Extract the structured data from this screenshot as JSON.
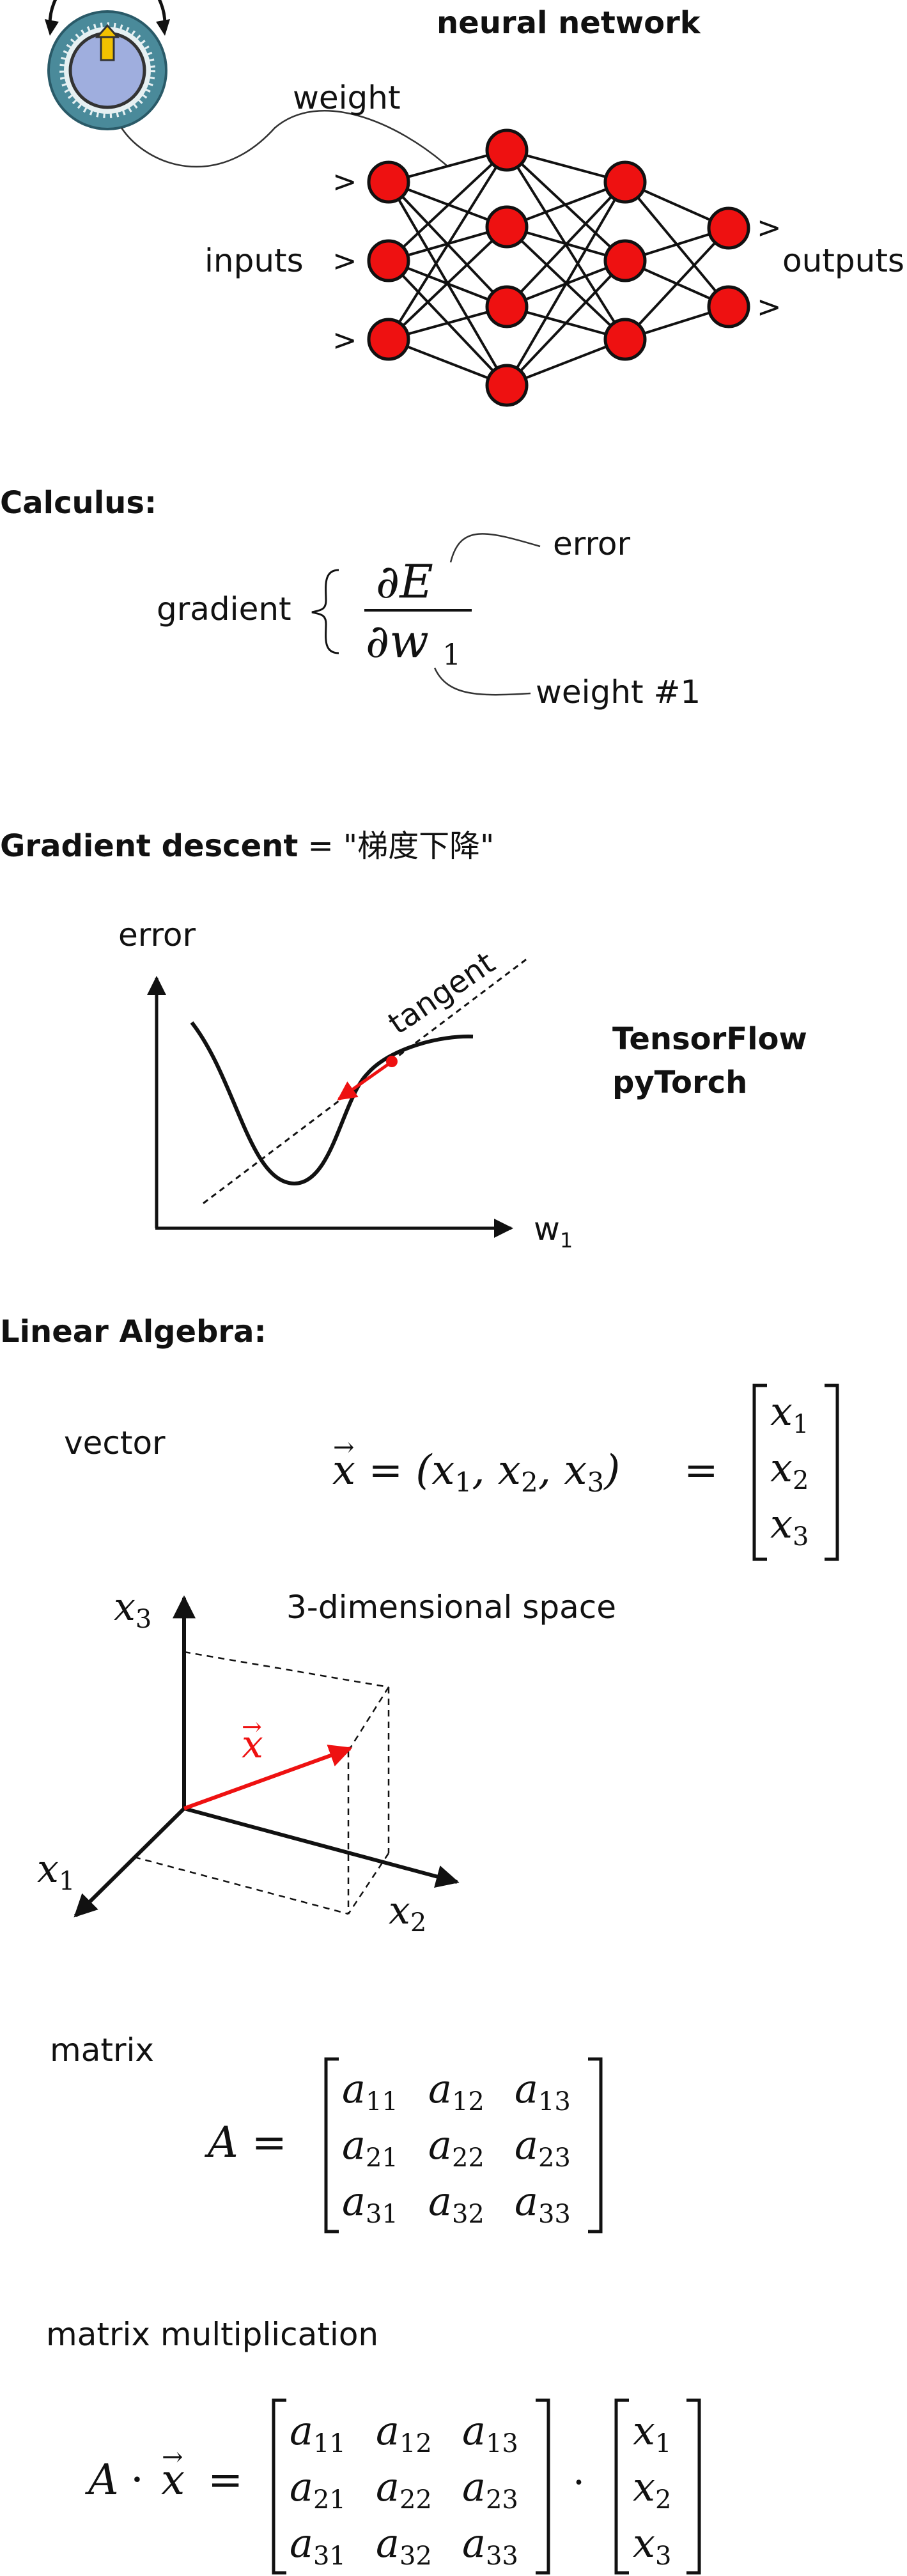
{
  "nn": {
    "title": "neural network",
    "weight_label": "weight",
    "inputs_label": "inputs",
    "outputs_label": "outputs",
    "arrow_glyph": ">",
    "node_color": "#ee1111",
    "knob_color": "#4a8a9a"
  },
  "calculus": {
    "heading": "Calculus:",
    "gradient_label": "gradient",
    "numerator": "∂E",
    "denominator": "∂w",
    "denominator_sub": "1",
    "error_label": "error",
    "weight1_label": "weight #1"
  },
  "gd": {
    "heading_bold": "Gradient descent",
    "heading_rest": " = \"梯度下降\"",
    "y_axis_label": "error",
    "x_axis_label": "w",
    "x_axis_sub": "1",
    "tangent_label": "tangent",
    "lib1": "TensorFlow",
    "lib2": "pyTorch",
    "accent": "#ee1111"
  },
  "la": {
    "heading": "Linear Algebra:",
    "vector_label": "vector",
    "vec_lhs": "x = (x",
    "vec_eq": "=",
    "vec_entries": [
      "x",
      "x",
      "x"
    ],
    "vec_subs": [
      "1",
      "2",
      "3"
    ],
    "space_label": "3-dimensional space",
    "axis_x1": "x",
    "axis_x2": "x",
    "axis_x3": "x",
    "vec_name": "x",
    "matrix_label": "matrix",
    "matrix_lhs": "A =",
    "matrix_entries": [
      [
        "a",
        "a",
        "a"
      ],
      [
        "a",
        "a",
        "a"
      ],
      [
        "a",
        "a",
        "a"
      ]
    ],
    "matrix_subs": [
      [
        "11",
        "12",
        "13"
      ],
      [
        "21",
        "22",
        "23"
      ],
      [
        "31",
        "32",
        "33"
      ]
    ],
    "mult_label": "matrix multiplication",
    "mult_lhs_a": "A",
    "mult_dot": "·",
    "mult_x": "x",
    "mult_eq": "="
  }
}
